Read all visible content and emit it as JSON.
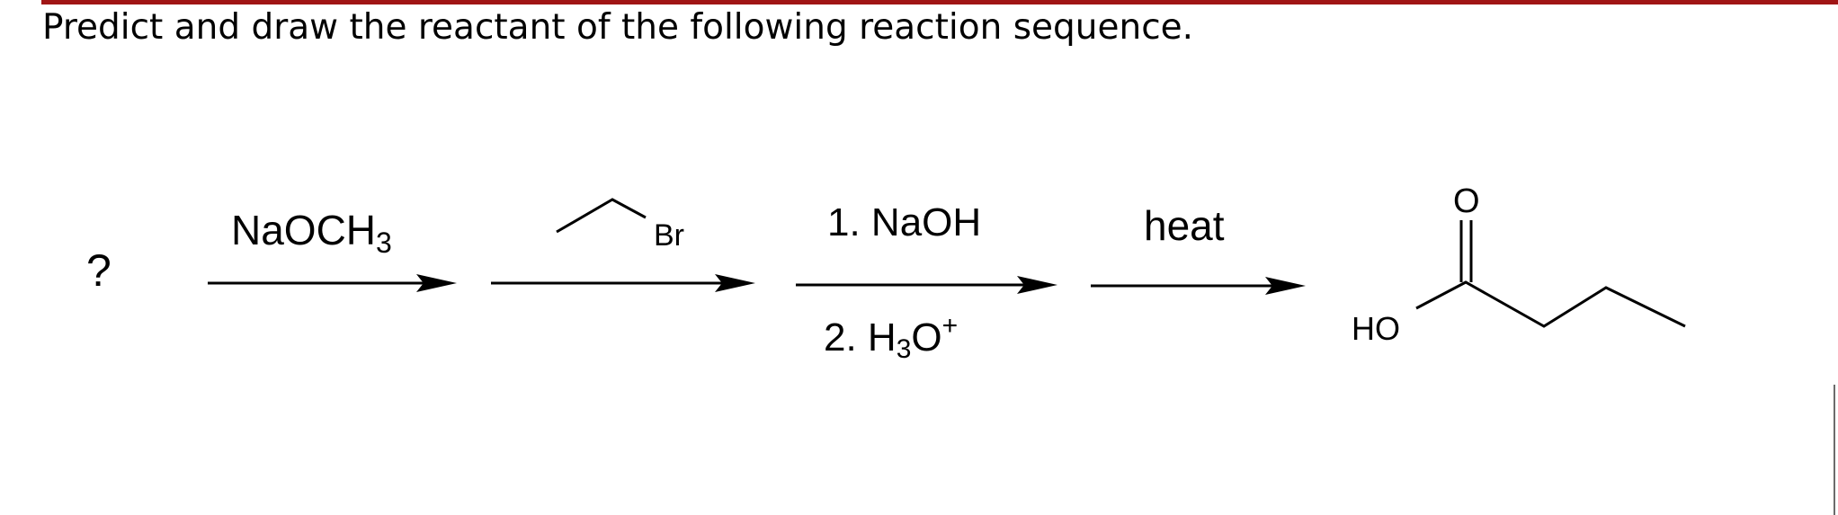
{
  "question": {
    "text": "Predict and draw the reactant of the following reaction sequence."
  },
  "colors": {
    "accent_rule": "#a01515",
    "ink": "#000000"
  },
  "scheme": {
    "unknown_reactant": "?",
    "step1": {
      "reagent_main": "NaOCH",
      "reagent_sub": "3"
    },
    "step2": {
      "reagent_label": "Br"
    },
    "step3": {
      "line1": "1. NaOH",
      "line2_prefix": "2. H",
      "line2_sub": "3",
      "line2_mid": "O",
      "line2_sup": "+"
    },
    "step4": {
      "label": "heat"
    },
    "product": {
      "oxygen_label": "O",
      "hydroxyl_label": "HO"
    }
  }
}
